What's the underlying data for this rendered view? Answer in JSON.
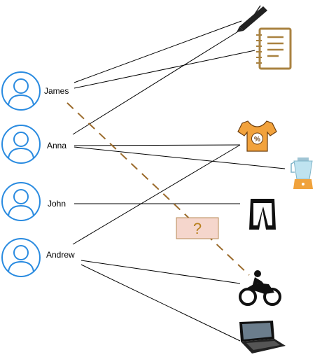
{
  "people": [
    {
      "id": "james",
      "name": "James"
    },
    {
      "id": "anna",
      "name": "Anna"
    },
    {
      "id": "john",
      "name": "John"
    },
    {
      "id": "andrew",
      "name": "Andrew"
    }
  ],
  "items": [
    {
      "id": "pen",
      "icon": "pen-icon"
    },
    {
      "id": "notepad",
      "icon": "notepad-icon"
    },
    {
      "id": "tshirt",
      "icon": "tshirt-discount-icon"
    },
    {
      "id": "blender",
      "icon": "blender-icon"
    },
    {
      "id": "pants",
      "icon": "pants-icon"
    },
    {
      "id": "motorcycle",
      "icon": "motorcycle-icon"
    },
    {
      "id": "laptop",
      "icon": "laptop-icon"
    }
  ],
  "links": [
    {
      "from": "james",
      "to": "pen"
    },
    {
      "from": "james",
      "to": "notepad"
    },
    {
      "from": "anna",
      "to": "pen"
    },
    {
      "from": "anna",
      "to": "tshirt"
    },
    {
      "from": "anna",
      "to": "blender"
    },
    {
      "from": "john",
      "to": "pants"
    },
    {
      "from": "andrew",
      "to": "tshirt"
    },
    {
      "from": "andrew",
      "to": "motorcycle"
    },
    {
      "from": "andrew",
      "to": "laptop"
    }
  ],
  "predicted_link": {
    "from": "james",
    "to": "motorcycle",
    "label": "?"
  },
  "colors": {
    "avatar": "#2a8be0",
    "link": "#000000",
    "predicted_link": "#9b6b2c",
    "question_box_fill": "#f5d6cc",
    "question_box_stroke": "#b88a56",
    "notepad": "#a98240",
    "tshirt": "#f2a23c",
    "blender_body": "#bfe3f0",
    "blender_base": "#f0a23c"
  }
}
